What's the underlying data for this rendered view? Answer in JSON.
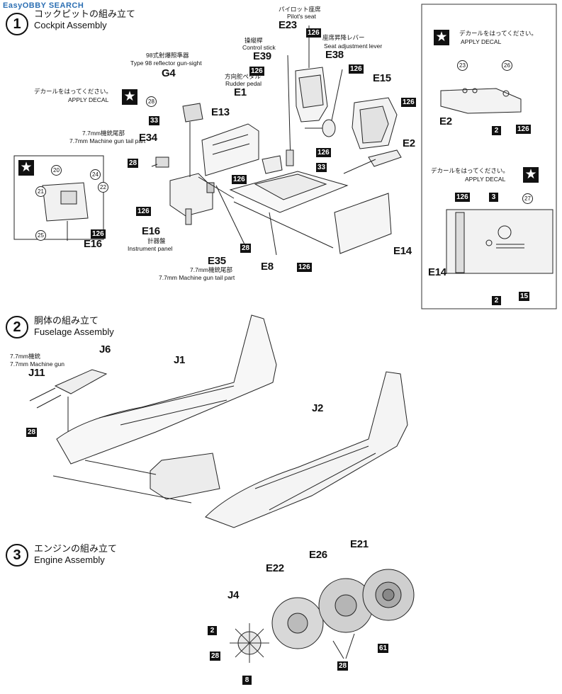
{
  "watermark": {
    "text": "EasyOBBY SEARCH"
  },
  "step1": {
    "number": "1",
    "title_jp": "コックピットの組み立て",
    "title_en": "Cockpit Assembly",
    "labels": {
      "pilot_seat_jp": "パイロット座席",
      "pilot_seat_en": "Pilot's seat",
      "control_stick_jp": "操縦桿",
      "control_stick_en": "Control stick",
      "seat_adj_jp": "座席昇降レバー",
      "seat_adj_en": "Seat adjustment lever",
      "gunsight_jp": "98式射爆照準器",
      "gunsight_en": "Type 98 reflector gun-sight",
      "rudder_jp": "方向舵ペダル",
      "rudder_en": "Rudder pedal",
      "decal_jp": "デカールをはってください。",
      "decal_en": "APPLY DECAL",
      "mg_tail_jp": "7.7mm機銃尾部",
      "mg_tail_en": "7.7mm Machine gun tail part",
      "instrument_jp": "計器盤",
      "instrument_en": "Instrument panel",
      "mg_tail2_jp": "7.7mm機銃尾部",
      "mg_tail2_en": "7.7mm Machine gun tail part"
    },
    "parts": [
      "E23",
      "E39",
      "E38",
      "E15",
      "G4",
      "E1",
      "E13",
      "E2",
      "E34",
      "E16",
      "E35",
      "E8",
      "E14",
      "E16"
    ],
    "numbers": [
      "126",
      "126",
      "126",
      "126",
      "126",
      "126",
      "126",
      "126",
      "126",
      "33",
      "33",
      "28",
      "28",
      "28"
    ],
    "decal_numbers": [
      "20",
      "24",
      "21",
      "22",
      "25",
      "28"
    ]
  },
  "right_panel": {
    "decal1_jp": "デカールをはってください。",
    "decal1_en": "APPLY DECAL",
    "decal2_jp": "デカールをはってください。",
    "decal2_en": "APPLY DECAL",
    "part_e2": "E2",
    "part_e14": "E14",
    "nums": [
      "23",
      "26",
      "2",
      "126",
      "126",
      "3",
      "27",
      "2",
      "15"
    ]
  },
  "step2": {
    "number": "2",
    "title_jp": "胴体の組み立て",
    "title_en": "Fuselage Assembly",
    "mg_jp": "7.7mm機銃",
    "mg_en": "7.7mm Machine gun",
    "parts": [
      "J6",
      "J1",
      "J11",
      "J2"
    ],
    "num28": "28"
  },
  "step3": {
    "number": "3",
    "title_jp": "エンジンの組み立て",
    "title_en": "Engine Assembly",
    "parts": [
      "E22",
      "E26",
      "E21",
      "J4"
    ],
    "nums": [
      "2",
      "28",
      "8",
      "28",
      "61"
    ]
  }
}
